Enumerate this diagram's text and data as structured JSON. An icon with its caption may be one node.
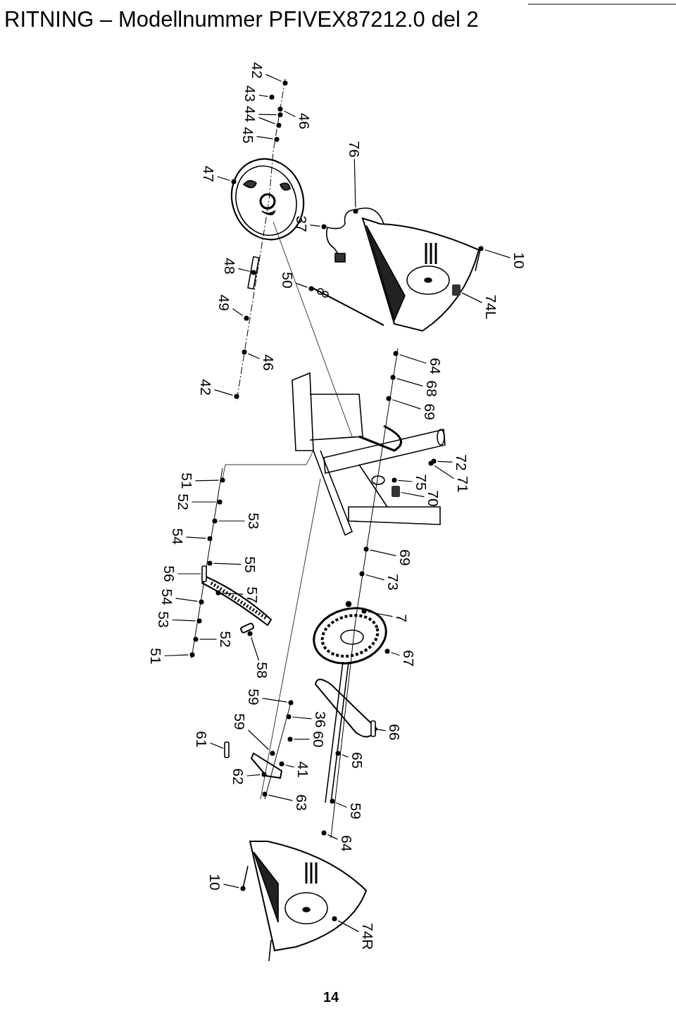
{
  "diagram": {
    "title": "RITNING – Modellnummer PFIVEX87212.0 del 2",
    "nodes": [
      {
        "text": [
          "42"
        ]
      },
      {
        "text": [
          "43"
        ]
      },
      {
        "text": [
          "44"
        ]
      },
      {
        "text": [
          "45"
        ]
      },
      {
        "text": [
          "46"
        ]
      },
      {
        "text": [
          "76"
        ]
      },
      {
        "text": [
          "47"
        ]
      },
      {
        "text": [
          "37"
        ]
      },
      {
        "text": [
          "10"
        ]
      },
      {
        "text": [
          "48"
        ]
      },
      {
        "text": [
          "50"
        ]
      },
      {
        "text": [
          "49"
        ]
      },
      {
        "text": [
          "74L"
        ]
      },
      {
        "text": [
          "46"
        ]
      },
      {
        "text": [
          "42"
        ]
      },
      {
        "text": [
          "64"
        ]
      },
      {
        "text": [
          "68"
        ]
      },
      {
        "text": [
          "69"
        ]
      },
      {
        "text": [
          "72"
        ]
      },
      {
        "text": [
          "71"
        ]
      },
      {
        "text": [
          "75"
        ]
      },
      {
        "text": [
          "70"
        ]
      },
      {
        "text": [
          "51"
        ]
      },
      {
        "text": [
          "52"
        ]
      },
      {
        "text": [
          "53"
        ]
      },
      {
        "text": [
          "54"
        ]
      },
      {
        "text": [
          "55"
        ]
      },
      {
        "text": [
          "56"
        ]
      },
      {
        "text": [
          "57"
        ]
      },
      {
        "text": [
          "54"
        ]
      },
      {
        "text": [
          "53"
        ]
      },
      {
        "text": [
          "52"
        ]
      },
      {
        "text": [
          "51"
        ]
      },
      {
        "text": [
          "69"
        ]
      },
      {
        "text": [
          "73"
        ]
      },
      {
        "text": [
          "7"
        ]
      },
      {
        "text": [
          "67"
        ]
      },
      {
        "text": [
          "58"
        ]
      },
      {
        "text": [
          "59"
        ]
      },
      {
        "text": [
          "59"
        ]
      },
      {
        "text": [
          "36"
        ]
      },
      {
        "text": [
          "60"
        ]
      },
      {
        "text": [
          "61"
        ]
      },
      {
        "text": [
          "66"
        ]
      },
      {
        "text": [
          "41"
        ]
      },
      {
        "text": [
          "65"
        ]
      },
      {
        "text": [
          "62"
        ]
      },
      {
        "text": [
          "63"
        ]
      },
      {
        "text": [
          "59"
        ]
      },
      {
        "text": [
          "64"
        ]
      },
      {
        "text": [
          "10"
        ]
      },
      {
        "text": [
          "74R"
        ]
      },
      {
        "text": [],
        "shape": "circle"
      },
      {
        "text": [],
        "shape": "circle"
      },
      {
        "text": [],
        "shape": "circle"
      },
      {
        "text": [],
        "shape": "circle"
      },
      {
        "text": [],
        "shape": "circle"
      },
      {
        "text": [],
        "shape": "circle"
      },
      {
        "text": [],
        "shape": "circle"
      },
      {
        "text": [],
        "shape": "circle"
      },
      {
        "text": [],
        "shape": "circle"
      },
      {
        "text": [],
        "shape": "circle"
      },
      {
        "text": [],
        "shape": "circle"
      },
      {
        "text": [],
        "shape": "circle"
      },
      {
        "text": [],
        "shape": "circle"
      },
      {
        "text": [],
        "shape": "box"
      },
      {
        "text": [],
        "shape": "circle"
      },
      {
        "text": [],
        "shape": "circle"
      },
      {
        "text": [],
        "shape": "circle"
      },
      {
        "text": [],
        "shape": "circle"
      },
      {
        "text": [],
        "shape": "circle"
      },
      {
        "text": [],
        "shape": "circle"
      },
      {
        "text": [],
        "shape": "circle"
      },
      {
        "text": [],
        "shape": "circle"
      },
      {
        "text": [],
        "shape": "box"
      },
      {
        "text": [],
        "shape": "circle"
      },
      {
        "text": [],
        "shape": "circle"
      },
      {
        "text": [],
        "shape": "circle"
      },
      {
        "text": [],
        "shape": "circle"
      },
      {
        "text": [],
        "shape": "circle"
      },
      {
        "text": [],
        "shape": "bar"
      },
      {
        "text": [],
        "shape": "circle"
      },
      {
        "text": [],
        "shape": "circle"
      },
      {
        "text": [],
        "shape": "circle"
      },
      {
        "text": [],
        "shape": "circle"
      },
      {
        "text": [],
        "shape": "circle"
      },
      {
        "text": [],
        "shape": "circle"
      },
      {
        "text": [],
        "shape": "circle"
      },
      {
        "text": [],
        "shape": "circle"
      },
      {
        "text": [],
        "shape": "circle"
      },
      {
        "text": [],
        "shape": "circle"
      },
      {
        "text": [],
        "shape": "circle"
      },
      {
        "text": [],
        "shape": "circle"
      },
      {
        "text": [],
        "shape": "circle"
      },
      {
        "text": [],
        "shape": "circle"
      },
      {
        "text": [],
        "shape": "bar"
      },
      {
        "text": [],
        "shape": "bar"
      },
      {
        "text": [],
        "shape": "circle"
      },
      {
        "text": [],
        "shape": "circle"
      },
      {
        "text": [],
        "shape": "circle"
      },
      {
        "text": [],
        "shape": "circle"
      },
      {
        "text": [],
        "shape": "circle"
      },
      {
        "text": [],
        "shape": "circle"
      },
      {
        "text": [],
        "shape": "circle"
      },
      {
        "text": [],
        "shape": "circle"
      }
    ],
    "edges": [
      {
        "from": 0,
        "to": 52,
        "arrow": "none"
      },
      {
        "from": 1,
        "to": 53,
        "arrow": "none"
      },
      {
        "from": 2,
        "to": 54,
        "arrow": "none"
      },
      {
        "from": 2,
        "to": 55,
        "arrow": "none"
      },
      {
        "from": 3,
        "to": 56,
        "arrow": "none"
      },
      {
        "from": 4,
        "to": 57,
        "arrow": "none"
      },
      {
        "from": 5,
        "to": 58,
        "arrow": "none"
      },
      {
        "from": 6,
        "to": 59,
        "arrow": "none"
      },
      {
        "from": 7,
        "to": 60,
        "arrow": "none"
      },
      {
        "from": 8,
        "to": 61,
        "arrow": "none"
      },
      {
        "from": 9,
        "to": 62,
        "arrow": "none"
      },
      {
        "from": 10,
        "to": 63,
        "arrow": "none"
      },
      {
        "from": 11,
        "to": 64,
        "arrow": "none"
      },
      {
        "from": 12,
        "to": 65,
        "arrow": "none"
      },
      {
        "from": 13,
        "to": 66,
        "arrow": "none"
      },
      {
        "from": 14,
        "to": 67,
        "arrow": "none"
      },
      {
        "from": 15,
        "to": 68,
        "arrow": "none"
      },
      {
        "from": 16,
        "to": 69,
        "arrow": "none"
      },
      {
        "from": 17,
        "to": 70,
        "arrow": "none"
      },
      {
        "from": 18,
        "to": 71,
        "arrow": "none"
      },
      {
        "from": 19,
        "to": 72,
        "arrow": "none"
      },
      {
        "from": 20,
        "to": 73,
        "arrow": "none"
      },
      {
        "from": 21,
        "to": 74,
        "arrow": "none"
      },
      {
        "from": 22,
        "to": 75,
        "arrow": "none"
      },
      {
        "from": 23,
        "to": 76,
        "arrow": "none"
      },
      {
        "from": 24,
        "to": 77,
        "arrow": "none"
      },
      {
        "from": 25,
        "to": 78,
        "arrow": "none"
      },
      {
        "from": 26,
        "to": 79,
        "arrow": "none"
      },
      {
        "from": 27,
        "to": 80,
        "arrow": "none"
      },
      {
        "from": 28,
        "to": 81,
        "arrow": "none"
      },
      {
        "from": 29,
        "to": 82,
        "arrow": "none"
      },
      {
        "from": 30,
        "to": 83,
        "arrow": "none"
      },
      {
        "from": 31,
        "to": 84,
        "arrow": "none"
      },
      {
        "from": 32,
        "to": 85,
        "arrow": "none"
      },
      {
        "from": 33,
        "to": 86,
        "arrow": "none"
      },
      {
        "from": 34,
        "to": 87,
        "arrow": "none"
      },
      {
        "from": 35,
        "to": 88,
        "arrow": "none"
      },
      {
        "from": 36,
        "to": 89,
        "arrow": "none"
      },
      {
        "from": 37,
        "to": 90,
        "arrow": "none"
      },
      {
        "from": 38,
        "to": 91,
        "arrow": "none"
      },
      {
        "from": 39,
        "to": 92,
        "arrow": "none"
      },
      {
        "from": 40,
        "to": 93,
        "arrow": "none"
      },
      {
        "from": 41,
        "to": 94,
        "arrow": "none"
      },
      {
        "from": 42,
        "to": 95,
        "arrow": "none"
      },
      {
        "from": 43,
        "to": 96,
        "arrow": "none"
      },
      {
        "from": 44,
        "to": 97,
        "arrow": "none"
      },
      {
        "from": 45,
        "to": 98,
        "arrow": "none"
      },
      {
        "from": 46,
        "to": 99,
        "arrow": "none"
      },
      {
        "from": 47,
        "to": 100,
        "arrow": "none"
      },
      {
        "from": 48,
        "to": 101,
        "arrow": "none"
      },
      {
        "from": 49,
        "to": 102,
        "arrow": "none"
      },
      {
        "from": 50,
        "to": 103,
        "arrow": "none"
      },
      {
        "from": 51,
        "to": 104,
        "arrow": "none"
      }
    ],
    "labels": [
      "14"
    ]
  }
}
